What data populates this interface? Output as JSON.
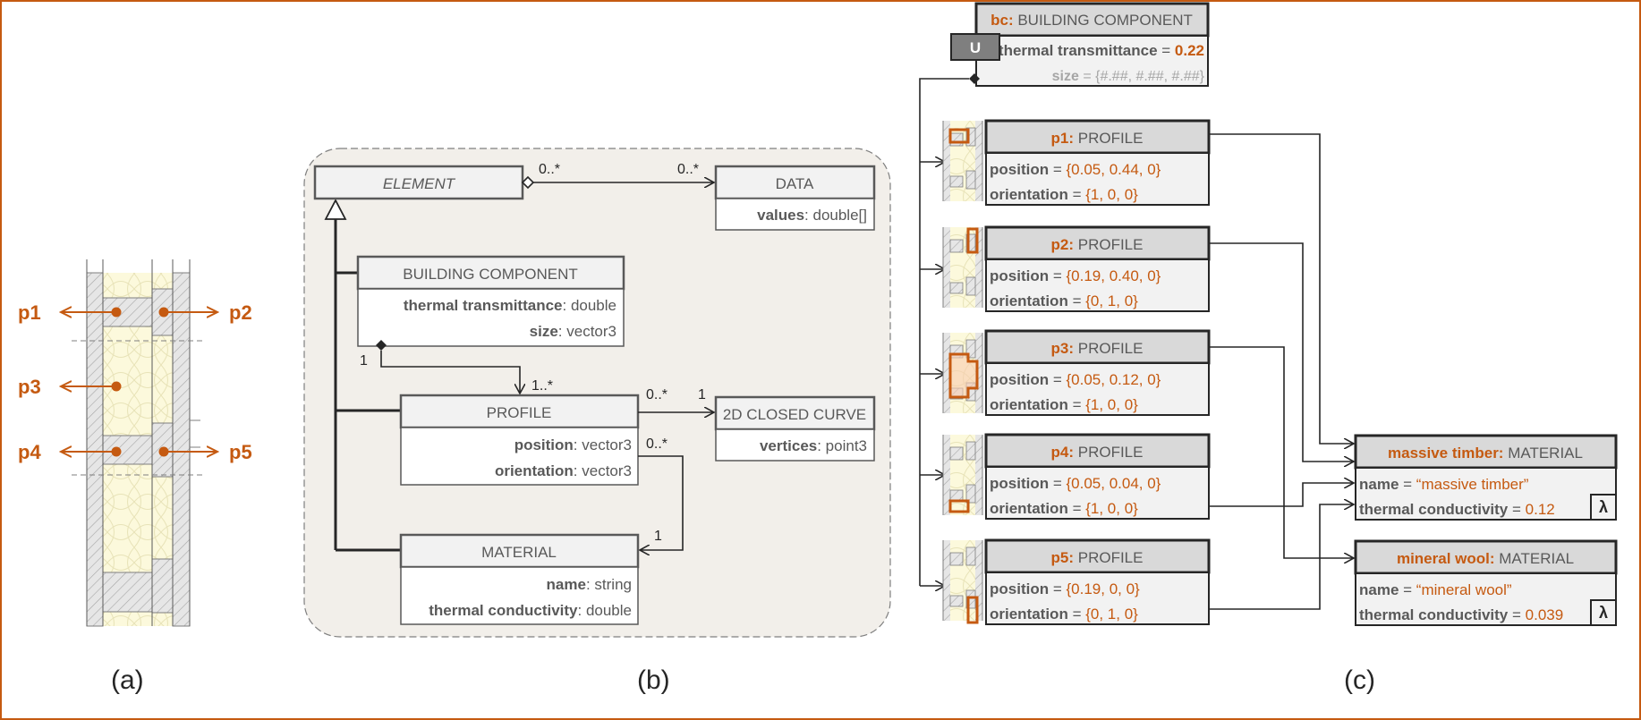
{
  "captions": {
    "a": "(a)",
    "b": "(b)",
    "c": "(c)"
  },
  "panel_a": {
    "labels": {
      "p1": "p1",
      "p2": "p2",
      "p3": "p3",
      "p4": "p4",
      "p5": "p5"
    }
  },
  "panel_b": {
    "element": {
      "name": "ELEMENT"
    },
    "data": {
      "name": "DATA",
      "attr1_key": "values",
      "attr1_val": ": double[]"
    },
    "building_component": {
      "name": "BUILDING COMPONENT",
      "attr1_key": "thermal transmittance",
      "attr1_val": ": double",
      "attr2_key": "size",
      "attr2_val": ": vector3"
    },
    "profile": {
      "name": "PROFILE",
      "attr1_key": "position",
      "attr1_val": ": vector3",
      "attr2_key": "orientation",
      "attr2_val": ": vector3"
    },
    "curve": {
      "name": "2D CLOSED CURVE",
      "attr1_key": "vertices",
      "attr1_val": ": point3"
    },
    "material": {
      "name": "MATERIAL",
      "attr1_key": "name",
      "attr1_val": ": string",
      "attr2_key": "thermal conductivity",
      "attr2_val": ": double"
    },
    "mult": {
      "elem_data_src": "0..*",
      "elem_data_dst": "0..*",
      "bc_one": "1",
      "bc_profile": "1..*",
      "profile_curve_src": "0..*",
      "profile_curve_dst": "1",
      "profile_mat_src": "0..*",
      "profile_mat_dst": "1"
    }
  },
  "panel_c": {
    "bc": {
      "id": "bc:",
      "type": "BUILDING COMPONENT",
      "u_label": "U",
      "attr1_key": "thermal transmittance",
      "attr1_eq": " = ",
      "attr1_val": "0.22",
      "attr2_key": "size",
      "attr2_eq": " = ",
      "attr2_val": "{#.##, #.##, #.##}"
    },
    "profiles": [
      {
        "id": "p1:",
        "type": "PROFILE",
        "pos_key": "position",
        "pos_val": "{0.05, 0.44, 0}",
        "ori_key": "orientation",
        "ori_val": "{1, 0, 0}"
      },
      {
        "id": "p2:",
        "type": "PROFILE",
        "pos_key": "position",
        "pos_val": "{0.19, 0.40, 0}",
        "ori_key": "orientation",
        "ori_val": "{0, 1, 0}"
      },
      {
        "id": "p3:",
        "type": "PROFILE",
        "pos_key": "position",
        "pos_val": "{0.05, 0.12, 0}",
        "ori_key": "orientation",
        "ori_val": "{1, 0, 0}"
      },
      {
        "id": "p4:",
        "type": "PROFILE",
        "pos_key": "position",
        "pos_val": "{0.05, 0.04, 0}",
        "ori_key": "orientation",
        "ori_val": "{1, 0, 0}"
      },
      {
        "id": "p5:",
        "type": "PROFILE",
        "pos_key": "position",
        "pos_val": "{0.19, 0, 0}",
        "ori_key": "orientation",
        "ori_val": "{0, 1, 0}"
      }
    ],
    "materials": [
      {
        "id": "massive timber:",
        "type": "MATERIAL",
        "name_key": "name",
        "name_val": "“massive timber”",
        "cond_key": "thermal conductivity",
        "cond_val": "0.12",
        "lambda": "λ"
      },
      {
        "id": "mineral wool:",
        "type": "MATERIAL",
        "name_key": "name",
        "name_val": "“mineral wool”",
        "cond_key": "thermal conductivity",
        "cond_val": "0.039",
        "lambda": "λ"
      }
    ],
    "eq": " = "
  },
  "colors": {
    "accent": "#C55A11",
    "box_border": "#595959",
    "panel_bg": "#F2EFEA",
    "insulation": "#FCF9DC",
    "timber_hatch": "#BFBFBF"
  }
}
